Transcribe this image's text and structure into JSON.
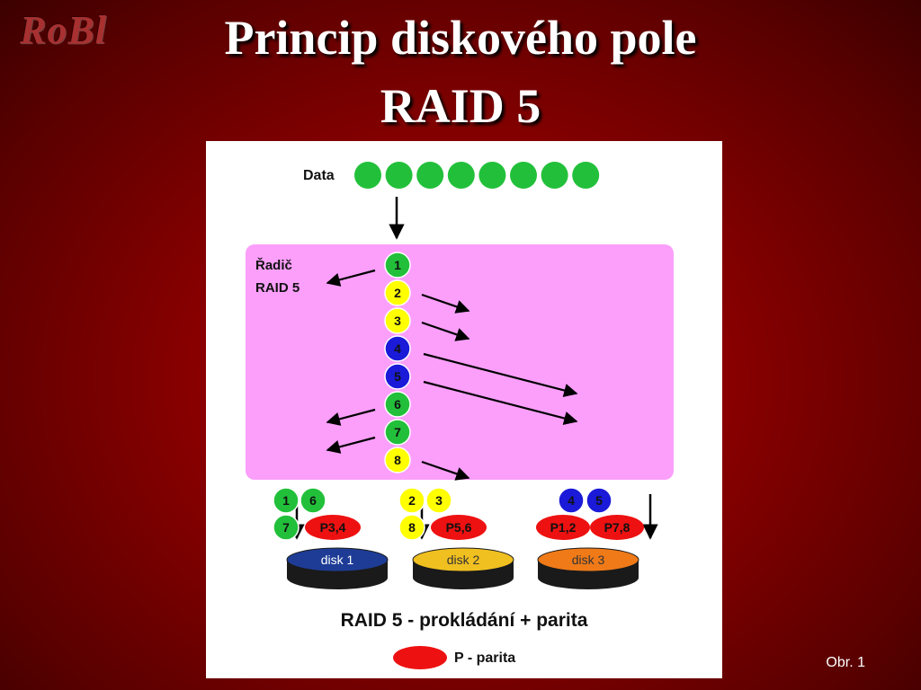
{
  "logo": {
    "text": "RoBl"
  },
  "slide": {
    "title_line1": "Princip diskového pole",
    "title_line2": "RAID 5",
    "caption": "Obr. 1"
  },
  "diagram": {
    "data_label": "Data",
    "data_dot_count": 8,
    "controller_label_line1": "Řadič",
    "controller_label_line2": "RAID 5",
    "blocks": [
      {
        "label": "1",
        "color": "#22c03a",
        "target": "disk1"
      },
      {
        "label": "2",
        "color": "#ffff00",
        "target": "disk2"
      },
      {
        "label": "3",
        "color": "#ffff00",
        "target": "disk2"
      },
      {
        "label": "4",
        "color": "#1a1ad8",
        "target": "disk3"
      },
      {
        "label": "5",
        "color": "#1a1ad8",
        "target": "disk3"
      },
      {
        "label": "6",
        "color": "#22c03a",
        "target": "disk1"
      },
      {
        "label": "7",
        "color": "#22c03a",
        "target": "disk1"
      },
      {
        "label": "8",
        "color": "#ffff00",
        "target": "disk2"
      }
    ],
    "disks": [
      {
        "name": "disk 1",
        "color": "#1e3c96",
        "row1": [
          "1",
          "6"
        ],
        "row2": [
          "7",
          "P3,4"
        ]
      },
      {
        "name": "disk 2",
        "color": "#f0c020",
        "row1": [
          "2",
          "3"
        ],
        "row2": [
          "8",
          "P5,6"
        ]
      },
      {
        "name": "disk 3",
        "color": "#f07a18",
        "row1": [
          "4",
          "5"
        ],
        "row2": [
          "P1,2",
          "P7,8"
        ]
      }
    ],
    "subtitle": "RAID 5 - prokládání + parita",
    "legend_label": "P - parita",
    "colors": {
      "green": "#22c03a",
      "yellow": "#ffff00",
      "blue": "#1a1ad8",
      "parity_red": "#ee1111",
      "controller_bg": "#fb9ffb"
    }
  }
}
